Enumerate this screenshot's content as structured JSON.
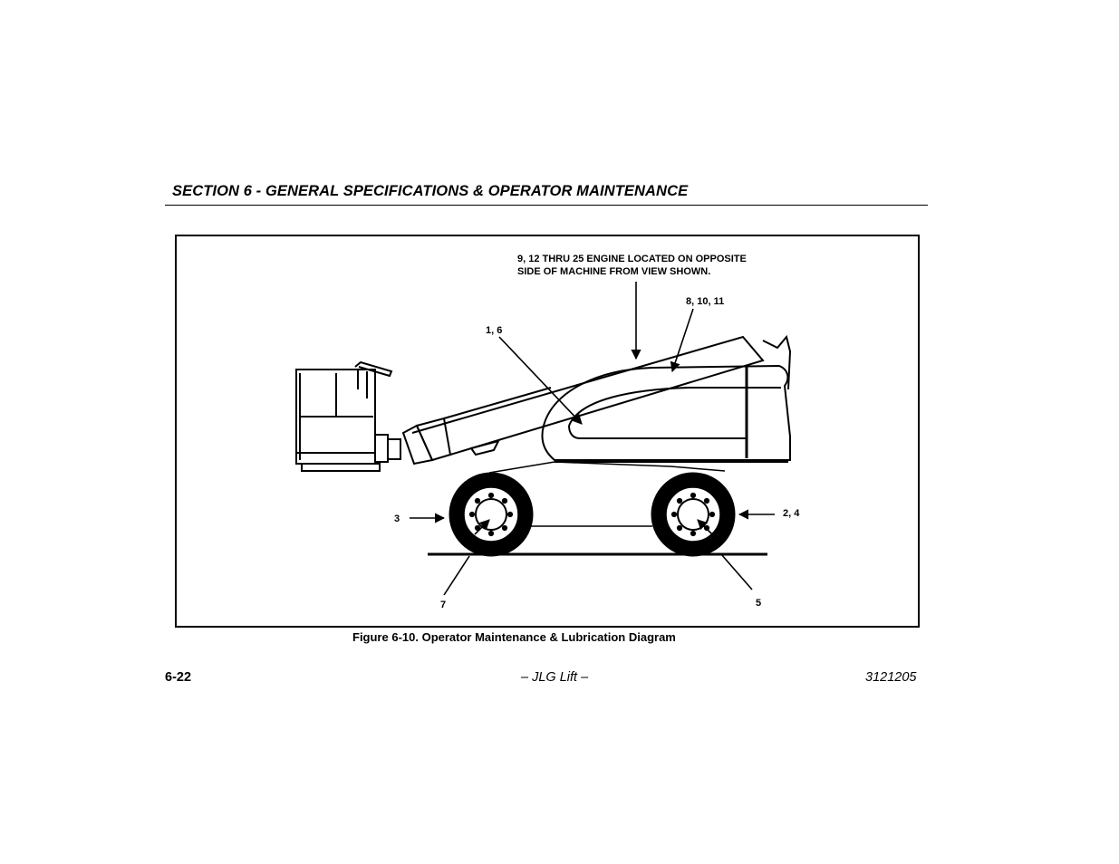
{
  "header": {
    "section_title": "SECTION 6 - GENERAL SPECIFICATIONS & OPERATOR MAINTENANCE"
  },
  "figure": {
    "note_line1": "9, 12 THRU 25 ENGINE LOCATED ON OPPOSITE",
    "note_line2": "SIDE OF MACHINE  FROM VIEW SHOWN.",
    "callouts": {
      "c_8_10_11": "8, 10, 11",
      "c_1_6": "1, 6",
      "c_3": "3",
      "c_2_4": "2, 4",
      "c_7": "7",
      "c_5": "5"
    },
    "caption": "Figure 6-10. Operator Maintenance & Lubrication Diagram"
  },
  "footer": {
    "page_number": "6-22",
    "brand": "– JLG Lift –",
    "doc_number": "3121205"
  }
}
